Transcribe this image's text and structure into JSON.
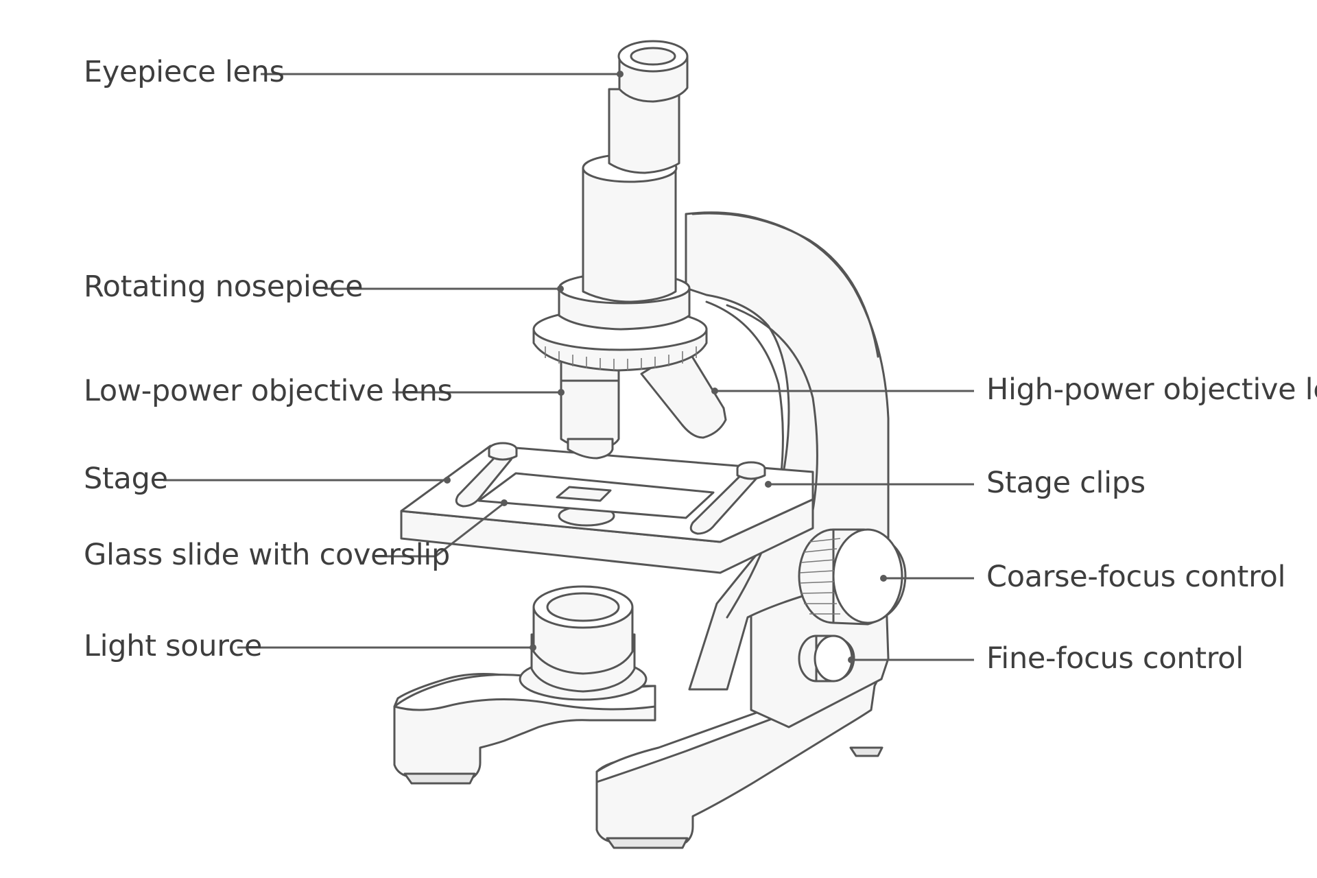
{
  "labels": {
    "eyepiece": "Eyepiece lens",
    "nosepiece": "Rotating nosepiece",
    "low_power": "Low-power objective lens",
    "stage": "Stage",
    "slide": "Glass slide with coverslip",
    "light": "Light source",
    "high_power": "High-power objective lens",
    "clips": "Stage clips",
    "coarse": "Coarse-focus control",
    "fine": "Fine-focus control"
  },
  "colors": {
    "outline": "#555555",
    "fill": "#f7f7f7",
    "text": "#3e3e3e",
    "background": "#ffffff"
  }
}
